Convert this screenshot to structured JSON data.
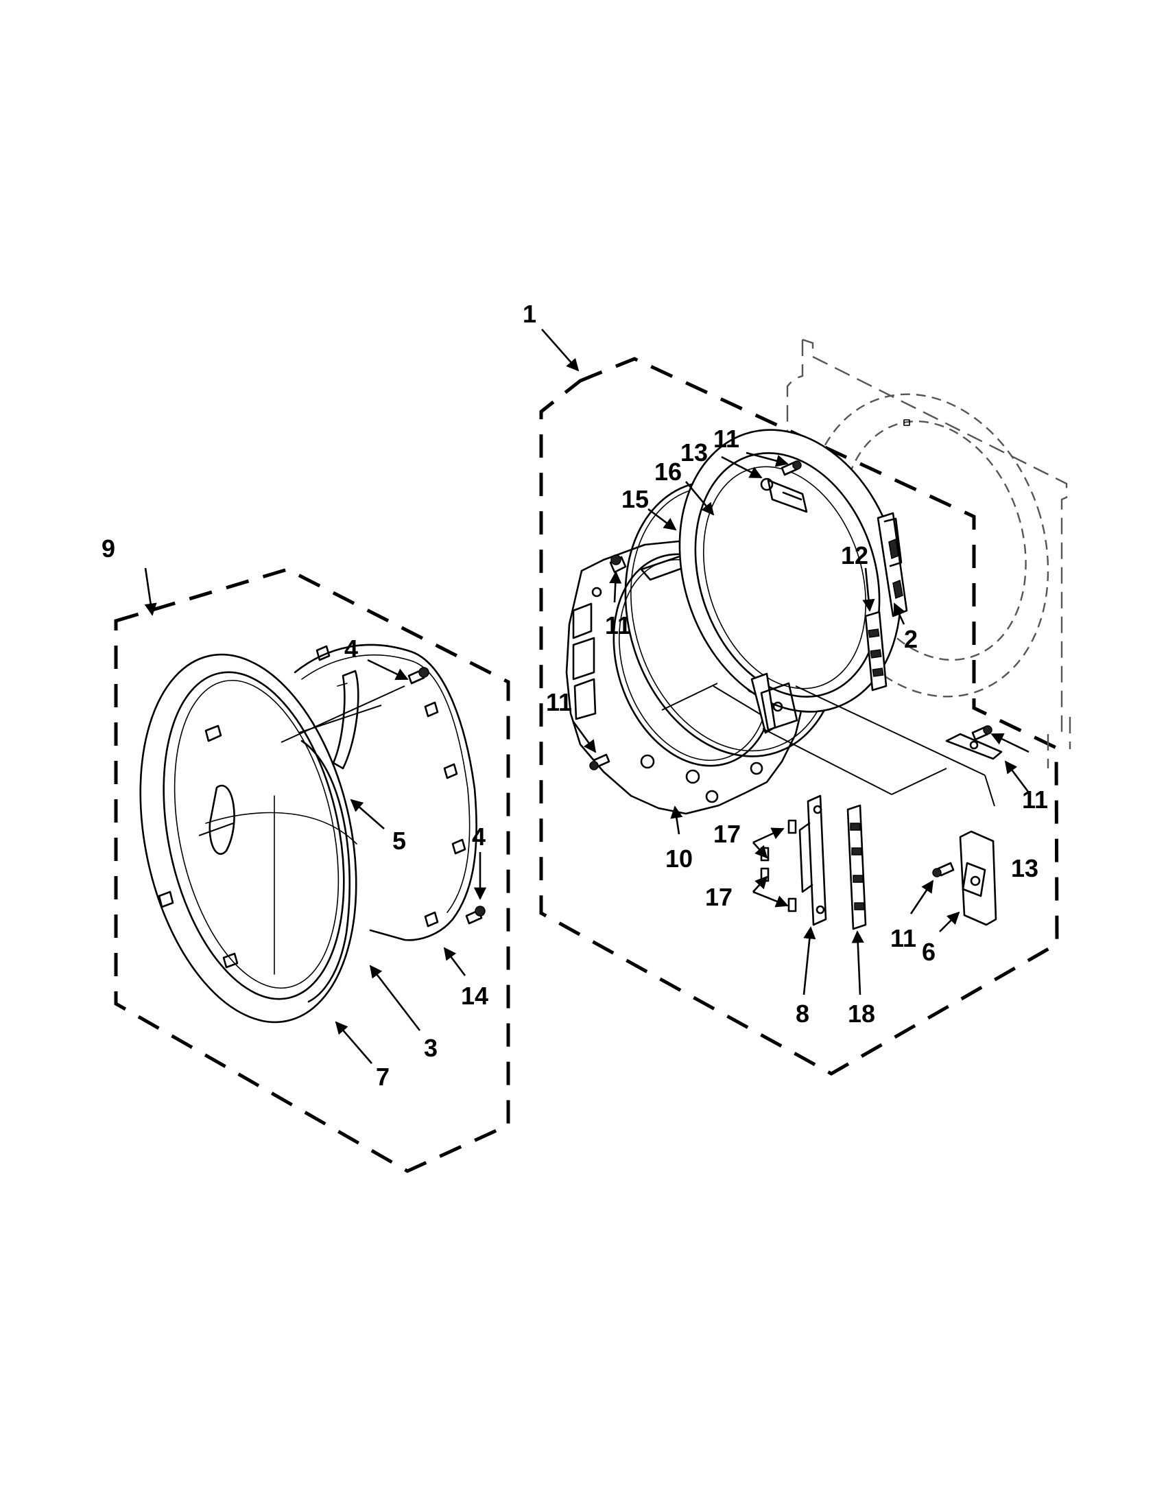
{
  "callouts": [
    {
      "id": "c1",
      "label": "1"
    },
    {
      "id": "c2",
      "label": "2"
    },
    {
      "id": "c3",
      "label": "3"
    },
    {
      "id": "c4a",
      "label": "4"
    },
    {
      "id": "c4b",
      "label": "4"
    },
    {
      "id": "c5",
      "label": "5"
    },
    {
      "id": "c6",
      "label": "6"
    },
    {
      "id": "c7",
      "label": "7"
    },
    {
      "id": "c8",
      "label": "8"
    },
    {
      "id": "c9",
      "label": "9"
    },
    {
      "id": "c10",
      "label": "10"
    },
    {
      "id": "c11a",
      "label": "11"
    },
    {
      "id": "c11b",
      "label": "11"
    },
    {
      "id": "c11c",
      "label": "11"
    },
    {
      "id": "c11d",
      "label": "11"
    },
    {
      "id": "c11e",
      "label": "11"
    },
    {
      "id": "c12",
      "label": "12"
    },
    {
      "id": "c13a",
      "label": "13"
    },
    {
      "id": "c13b",
      "label": "13"
    },
    {
      "id": "c14",
      "label": "14"
    },
    {
      "id": "c15",
      "label": "15"
    },
    {
      "id": "c16",
      "label": "16"
    },
    {
      "id": "c17a",
      "label": "17"
    },
    {
      "id": "c17b",
      "label": "17"
    },
    {
      "id": "c18",
      "label": "18"
    }
  ]
}
